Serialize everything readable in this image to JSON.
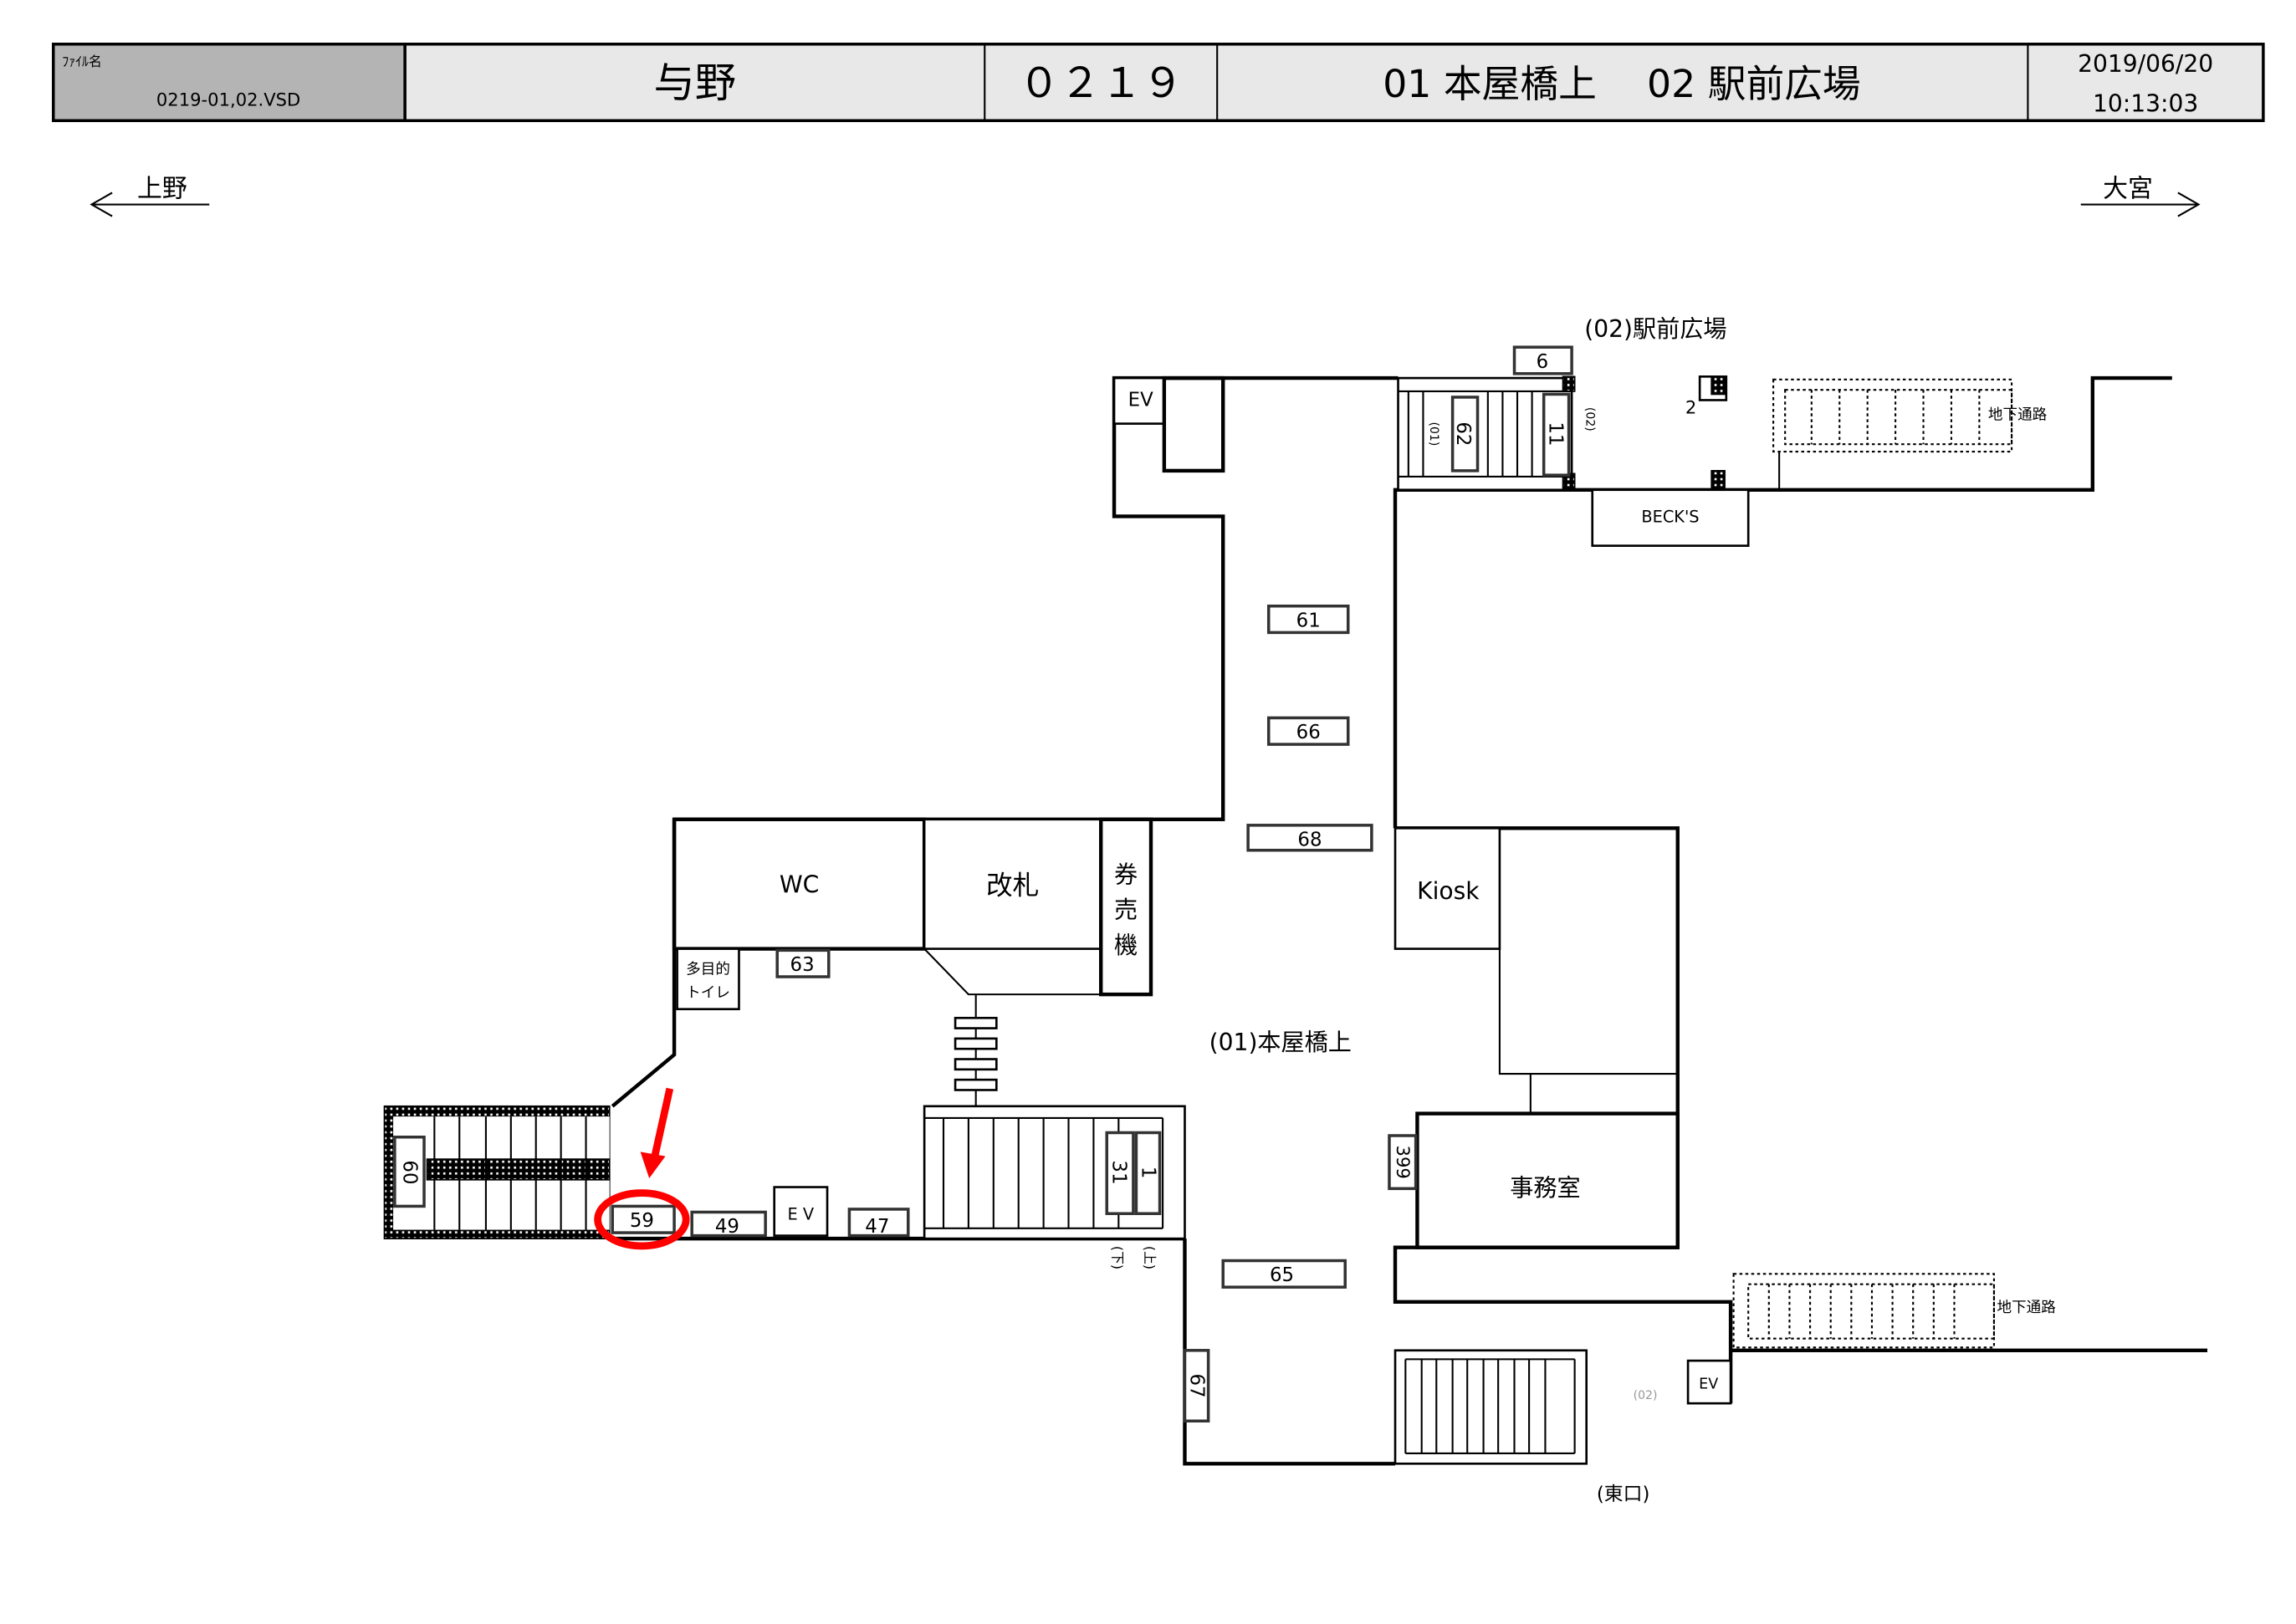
{
  "header": {
    "filename_label": "ﾌｧｲﾙ名",
    "filename": "0219-01,02.VSD",
    "station": "与野",
    "code": "０２１９",
    "areas": "01 本屋橋上　 02 駅前広場",
    "date": "2019/06/20",
    "time": "10:13:03"
  },
  "directions": {
    "left": "上野",
    "right": "大宮"
  },
  "areas": {
    "plaza": "(02)駅前広場",
    "concourse": "(01)本屋橋上",
    "east_exit": "(東口)"
  },
  "rooms": {
    "wc": "WC",
    "gate": "改札",
    "ticket_machine": [
      "券",
      "売",
      "機"
    ],
    "multi_toilet": [
      "多目的",
      "トイレ"
    ],
    "kiosk": "Kiosk",
    "office": "事務室",
    "becks": "BECK'S",
    "ev": "EV",
    "ev_spaced": "E V",
    "underpass": "地下通路"
  },
  "markers": {
    "m6": "6",
    "m62": "62",
    "m11": "11",
    "m2": "2",
    "m61": "61",
    "m66": "66",
    "m68": "68",
    "m63": "63",
    "m59": "59",
    "m49": "49",
    "m47": "47",
    "m31": "31",
    "m1": "1",
    "m60": "60",
    "m399": "399",
    "m65": "65",
    "m67": "67"
  },
  "small_labels": {
    "s01": "(01)",
    "s02": "(02)",
    "down": "(下)",
    "up": "(上)"
  },
  "highlight": {
    "target": "59",
    "color": "#ff0000"
  }
}
